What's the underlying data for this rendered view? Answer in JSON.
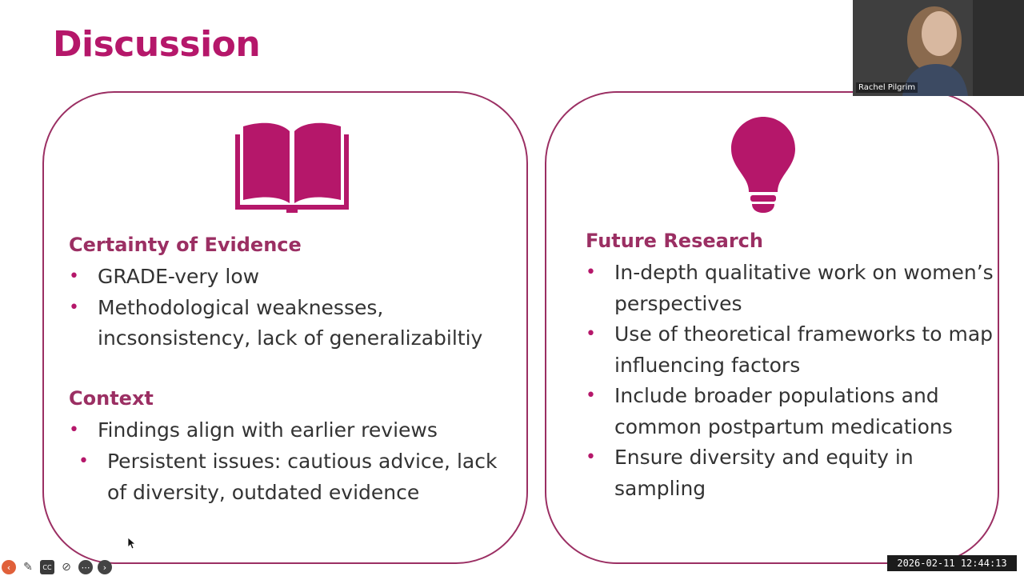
{
  "slide": {
    "title": "Discussion",
    "left_card": {
      "icon": "book-icon",
      "sections": [
        {
          "heading": "Certainty of Evidence",
          "bullets": [
            "GRADE-very low",
            "Methodological weaknesses, incsonsistency, lack of generalizabiltiy"
          ]
        },
        {
          "heading": "Context",
          "bullets": [
            "Findings align with earlier reviews"
          ],
          "sub_bullets": [
            "Persistent issues: cautious advice, lack of diversity, outdated evidence"
          ]
        }
      ]
    },
    "right_card": {
      "icon": "lightbulb-icon",
      "heading": "Future Research",
      "bullets": [
        "In-depth qualitative work on women’s perspectives",
        "Use of theoretical frameworks to map influencing factors",
        "Include broader populations and common postpartum medications",
        "Ensure diversity and equity in sampling"
      ]
    }
  },
  "webcam": {
    "participant_name": "Rachel Pilgrim"
  },
  "timestamp": "2026-02-11  12:44:13",
  "toolbar": {
    "cc_label": "CC",
    "icons": [
      "back-icon",
      "pen-icon",
      "captions-icon",
      "camera-off-icon",
      "more-icon",
      "forward-icon"
    ]
  },
  "colors": {
    "accent": "#b5176a",
    "border": "#9b2f63",
    "text": "#333333"
  }
}
